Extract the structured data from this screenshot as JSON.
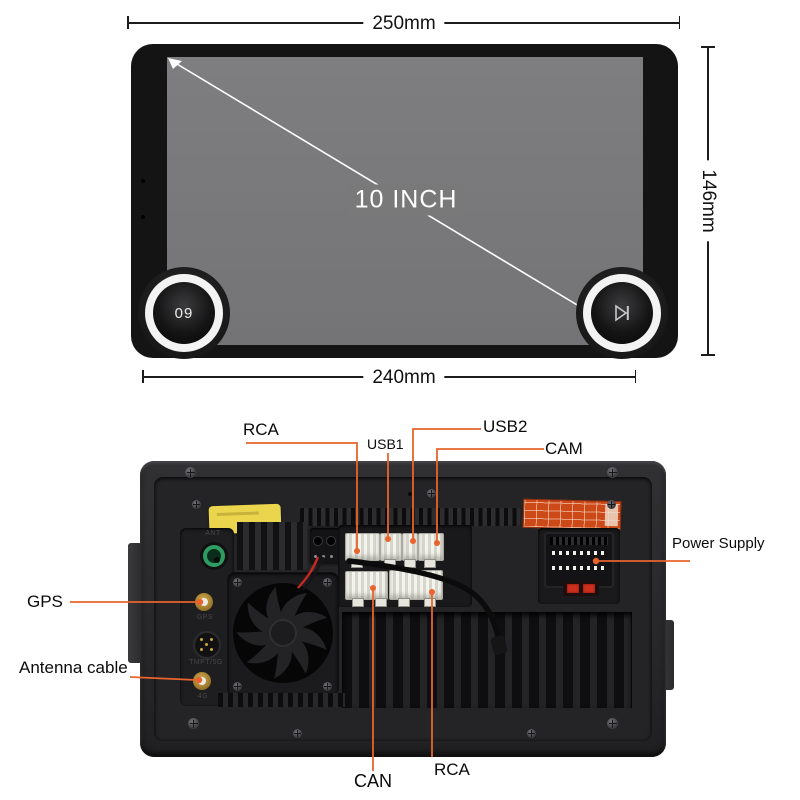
{
  "front": {
    "dim_top": "250mm",
    "dim_bottom": "240mm",
    "dim_side": "146mm",
    "screen_size": "10 INCH",
    "knob_left": "09",
    "knob_right_icon": "next-track"
  },
  "back": {
    "port_labels": {
      "rca_top": "RCA",
      "usb1": "USB1",
      "usb2": "USB2",
      "cam": "CAM",
      "power_supply": "Power Supply",
      "gps": "GPS",
      "antenna": "Antenna cable",
      "can": "CAN",
      "rca_bottom": "RCA"
    },
    "panel_text": {
      "ant": "ANT",
      "gps": "GPS",
      "tmpt": "TMPT/5G",
      "g4": "4G"
    }
  },
  "colors": {
    "leader_line": "#e8642c",
    "screen_gray": "#7b7b7b",
    "device_black": "#141415",
    "yellow_sticker": "#ead54d",
    "orange_sticker": "#cd4a18",
    "ant_green": "#2f9d62",
    "gold_connector": "#c59a3e"
  }
}
